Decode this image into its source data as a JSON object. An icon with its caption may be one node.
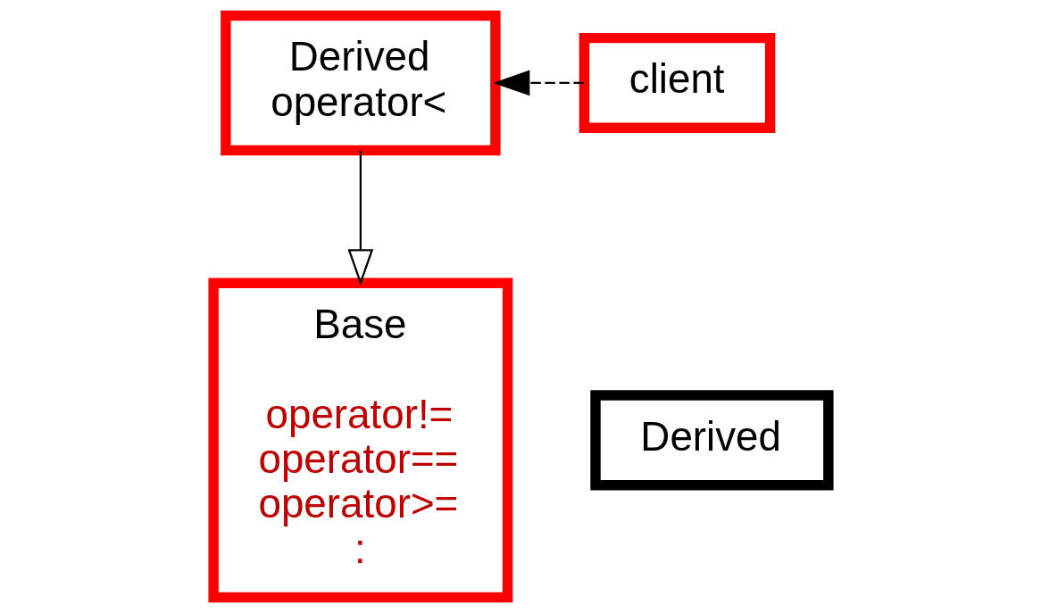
{
  "diagram": {
    "nodes": [
      {
        "text": [
          "Base",
          "operator!= operator== operator>= :"
        ]
      },
      {
        "text": [
          "Derived"
        ]
      },
      {
        "text": [
          "Derived",
          "operator<"
        ]
      },
      {
        "text": [
          "client"
        ]
      }
    ],
    "edges": [
      {
        "from": 2,
        "to": 0,
        "arrow": "to"
      },
      {
        "from": 3,
        "to": 2,
        "arrow": "to",
        "style": "dashed"
      }
    ]
  }
}
